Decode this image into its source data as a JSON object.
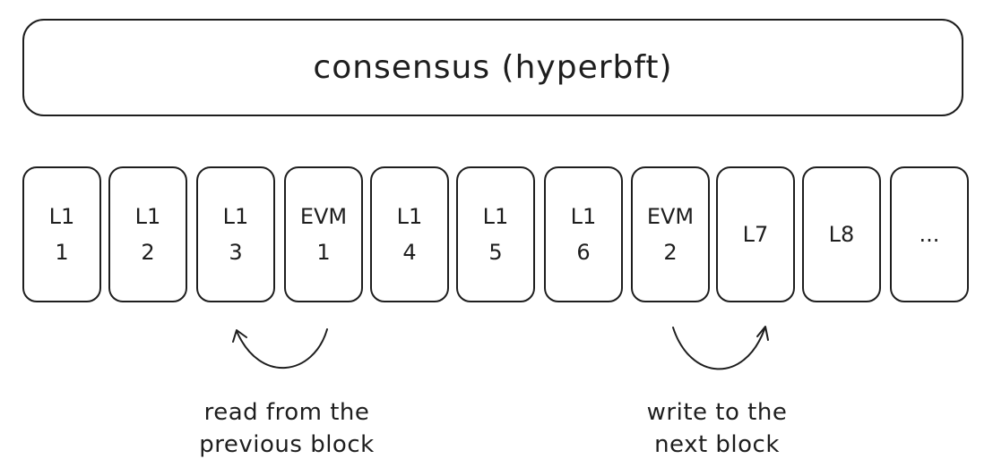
{
  "consensus": {
    "label": "consensus (hyperbft)"
  },
  "blocks": [
    {
      "line1": "L1",
      "line2": "1"
    },
    {
      "line1": "L1",
      "line2": "2"
    },
    {
      "line1": "L1",
      "line2": "3"
    },
    {
      "line1": "EVM",
      "line2": "1"
    },
    {
      "line1": "L1",
      "line2": "4"
    },
    {
      "line1": "L1",
      "line2": "5"
    },
    {
      "line1": "L1",
      "line2": "6"
    },
    {
      "line1": "EVM",
      "line2": "2"
    },
    {
      "line1": "L7",
      "line2": ""
    },
    {
      "line1": "L8",
      "line2": ""
    },
    {
      "line1": "...",
      "line2": ""
    }
  ],
  "captions": {
    "read": {
      "line1": "read from the",
      "line2": "previous block"
    },
    "write": {
      "line1": "write to the",
      "line2": "next block"
    }
  }
}
